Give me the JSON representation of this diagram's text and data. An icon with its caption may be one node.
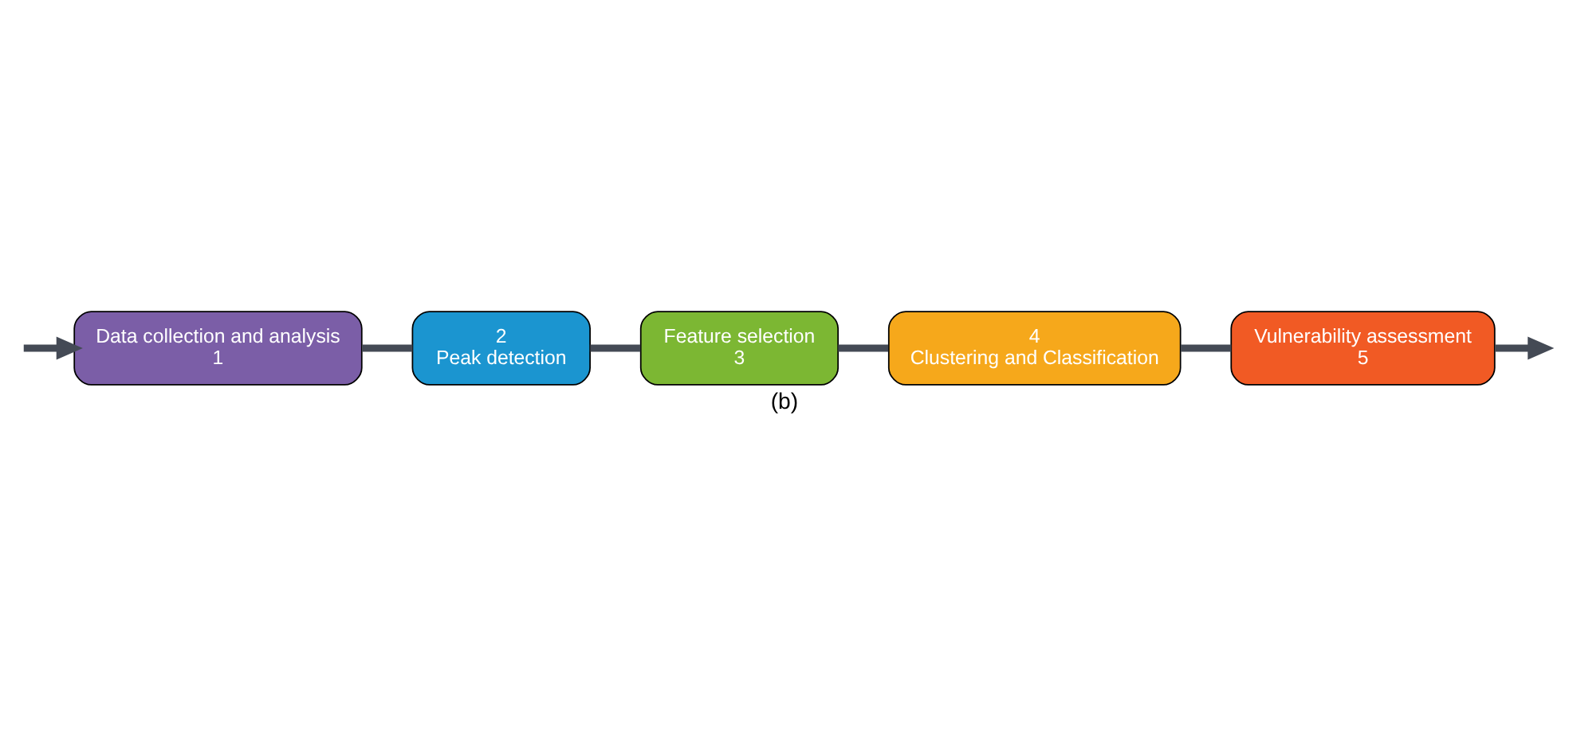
{
  "diagram": {
    "caption": "(b)",
    "nodes": [
      {
        "text": [
          "Data collection and analysis",
          "1"
        ]
      },
      {
        "text": [
          "2",
          "Peak detection"
        ]
      },
      {
        "text": [
          "Feature selection",
          "3"
        ]
      },
      {
        "text": [
          "4",
          "Clustering and Classification"
        ]
      },
      {
        "text": [
          "Vulnerability assessment",
          "5"
        ]
      }
    ],
    "edges": [
      {
        "from": null,
        "to": 0,
        "arrow": "to"
      },
      {
        "from": 0,
        "to": 1,
        "arrow": "none"
      },
      {
        "from": 1,
        "to": 2,
        "arrow": "none"
      },
      {
        "from": 2,
        "to": 3,
        "arrow": "none"
      },
      {
        "from": 3,
        "to": 4,
        "arrow": "none"
      },
      {
        "from": 4,
        "to": null,
        "arrow": "to"
      }
    ]
  }
}
